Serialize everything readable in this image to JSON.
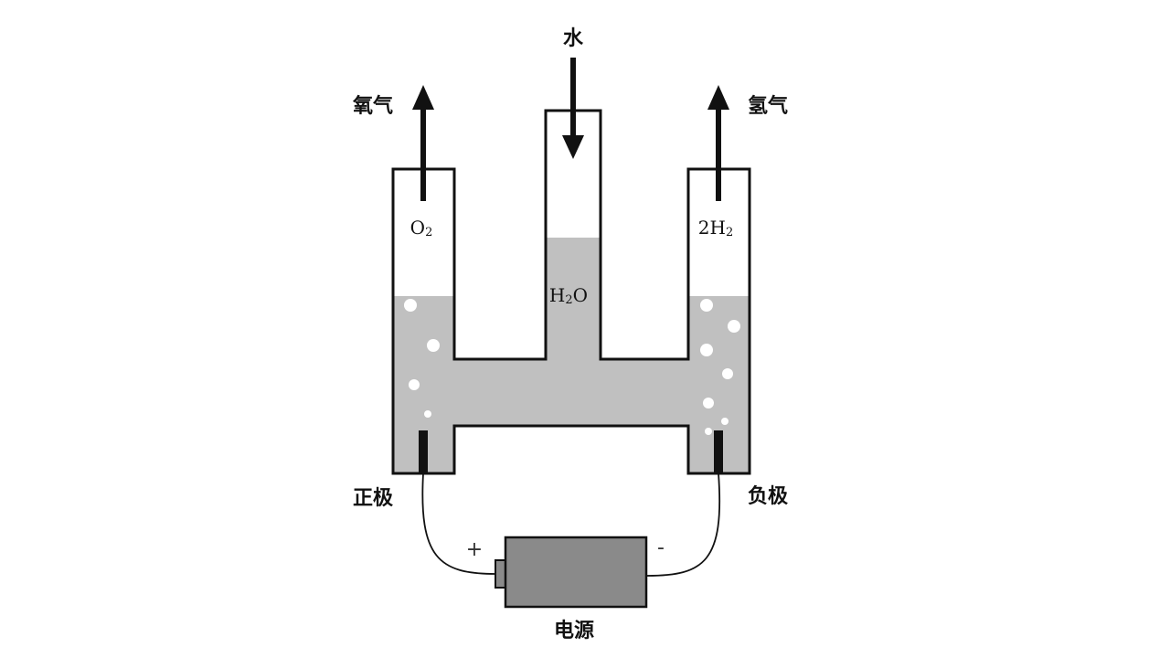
{
  "labels": {
    "water": "水",
    "oxygen": "氧气",
    "hydrogen": "氢气",
    "anode": "正极",
    "cathode": "负极",
    "power_source": "电源",
    "plus": "+",
    "minus": "-"
  },
  "formulas": {
    "o2": {
      "main": "O",
      "sub": "2"
    },
    "h2": {
      "coef": "2",
      "main": "H",
      "sub": "2"
    },
    "h2o": {
      "pre": "H",
      "sub": "2",
      "post": "O"
    }
  },
  "colors": {
    "liquid": "#c0c0c0",
    "outline": "#111111",
    "battery_body": "#8a8a8a",
    "electrode": "#111111",
    "bubble": "#ffffff"
  }
}
